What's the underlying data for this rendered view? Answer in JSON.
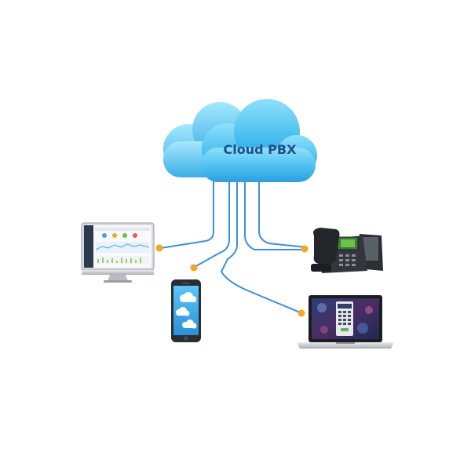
{
  "cloud": {
    "label": "Cloud PBX",
    "color_top": "#7fd7f6",
    "color_bottom": "#2aa7e2",
    "label_color": "#1f4e8a"
  },
  "devices": [
    {
      "id": "desktop-monitor",
      "icon": "monitor-icon"
    },
    {
      "id": "smartphone",
      "icon": "phone-icon"
    },
    {
      "id": "ip-desk-phone",
      "icon": "desk-phone-icon"
    },
    {
      "id": "laptop",
      "icon": "laptop-icon"
    }
  ],
  "connectors": {
    "line_color": "#3b8fe0",
    "node_color": "#f5a623"
  }
}
